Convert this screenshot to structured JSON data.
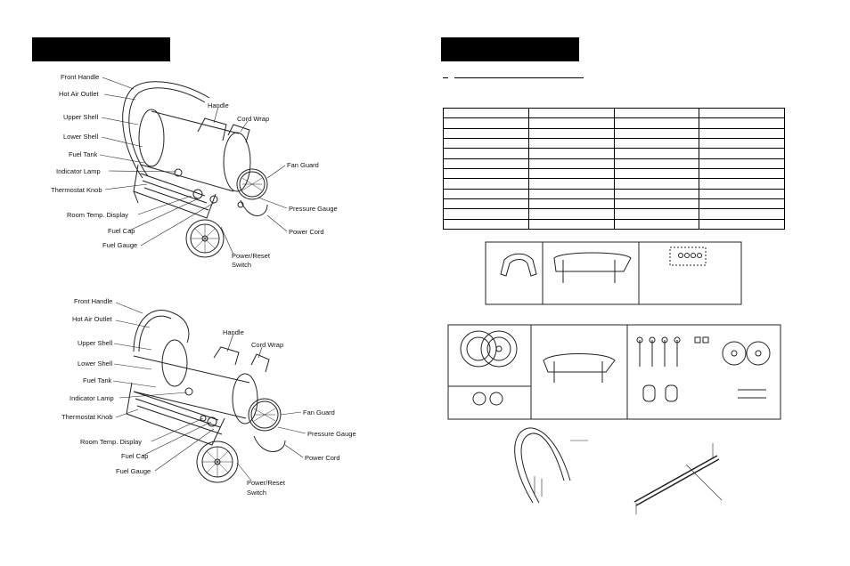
{
  "left_page": {
    "diagram1_labels": {
      "front_handle": "Front Handle",
      "hot_air_outlet": "Hot Air Outlet",
      "upper_shell": "Upper Shell",
      "lower_shell": "Lower Shell",
      "fuel_tank": "Fuel Tank",
      "indicator_lamp": "Indicator Lamp",
      "thermostat_knob": "Thermostat Knob",
      "room_temp_display": "Room Temp. Display",
      "fuel_cap": "Fuel Cap",
      "fuel_gauge": "Fuel Gauge",
      "handle": "Handle",
      "cord_wrap": "Cord Wrap",
      "fan_guard": "Fan Guard",
      "pressure_gauge": "Pressure Gauge",
      "power_cord": "Power Cord",
      "power_reset_switch_1": "Power/Reset",
      "power_reset_switch_2": "Switch"
    },
    "diagram2_labels": {
      "front_handle": "Front Handle",
      "hot_air_outlet": "Hot Air Outlet",
      "upper_shell": "Upper Shell",
      "lower_shell": "Lower Shell",
      "fuel_tank": "Fuel Tank",
      "indicator_lamp": "Indicator Lamp",
      "thermostat_knob": "Thermostat Knob",
      "room_temp_display": "Room Temp. Display",
      "fuel_cap": "Fuel Cap",
      "fuel_gauge": "Fuel Gauge",
      "handle": "Handle",
      "cord_wrap": "Cord Wrap",
      "fan_guard": "Fan Guard",
      "pressure_gauge": "Pressure Gauge",
      "power_cord": "Power Cord",
      "power_reset_switch_1": "Power/Reset",
      "power_reset_switch_2": "Switch"
    }
  },
  "right_page": {
    "parts_table": {
      "rows": 12,
      "columns": 4
    }
  },
  "colors": {
    "header_bar": "#000000",
    "ink": "#111111",
    "background": "#ffffff"
  }
}
